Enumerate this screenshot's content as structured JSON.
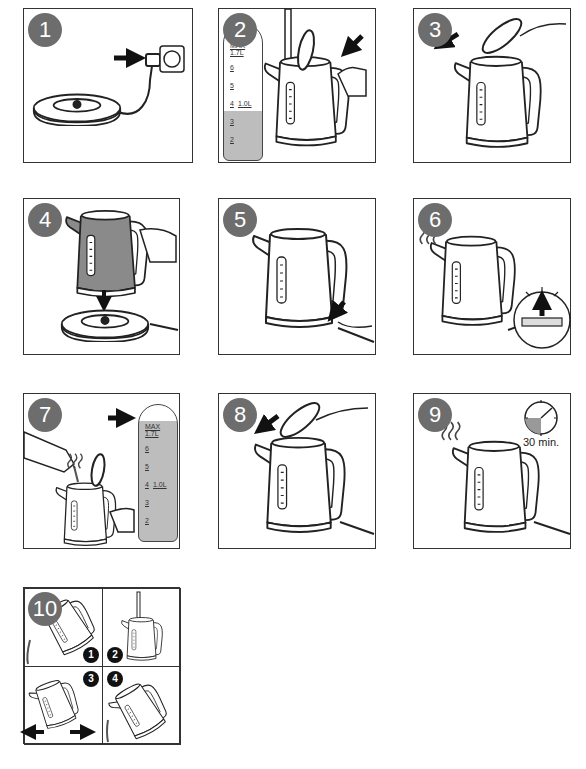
{
  "diagram": {
    "nodes": [
      {
        "text": [
          "1"
        ]
      },
      {
        "text": [
          "2"
        ]
      },
      {
        "text": [
          "MAX 1.7L",
          "6",
          "5",
          "4",
          "1.0L",
          "3",
          "2"
        ],
        "in": 1
      },
      {
        "text": [
          "3"
        ]
      },
      {
        "text": [
          "4"
        ]
      },
      {
        "text": [
          "5"
        ]
      },
      {
        "text": [
          "6"
        ]
      },
      {
        "text": [
          "7"
        ]
      },
      {
        "text": [
          "MAX 1.7L",
          "6",
          "5",
          "4",
          "1.0L",
          "3",
          "2"
        ],
        "in": 7
      },
      {
        "text": [
          "8"
        ]
      },
      {
        "text": [
          "9"
        ]
      },
      {
        "text": [
          "10"
        ]
      },
      {
        "text": [
          "1"
        ],
        "in": 11
      },
      {
        "text": [
          "2"
        ],
        "in": 11
      },
      {
        "text": [
          "3"
        ],
        "in": 11
      },
      {
        "text": [
          "4"
        ],
        "in": 11
      }
    ],
    "labels": [
      "30 min."
    ]
  }
}
